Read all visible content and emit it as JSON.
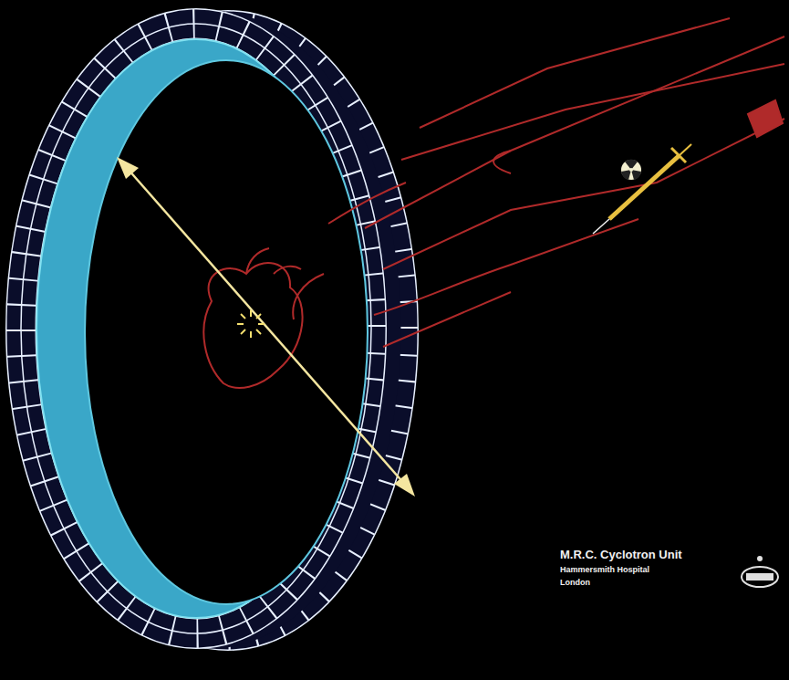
{
  "diagram": {
    "labels": [
      "M.R.C. Cyclotron Unit",
      "Hammersmith Hospital",
      "London"
    ]
  }
}
